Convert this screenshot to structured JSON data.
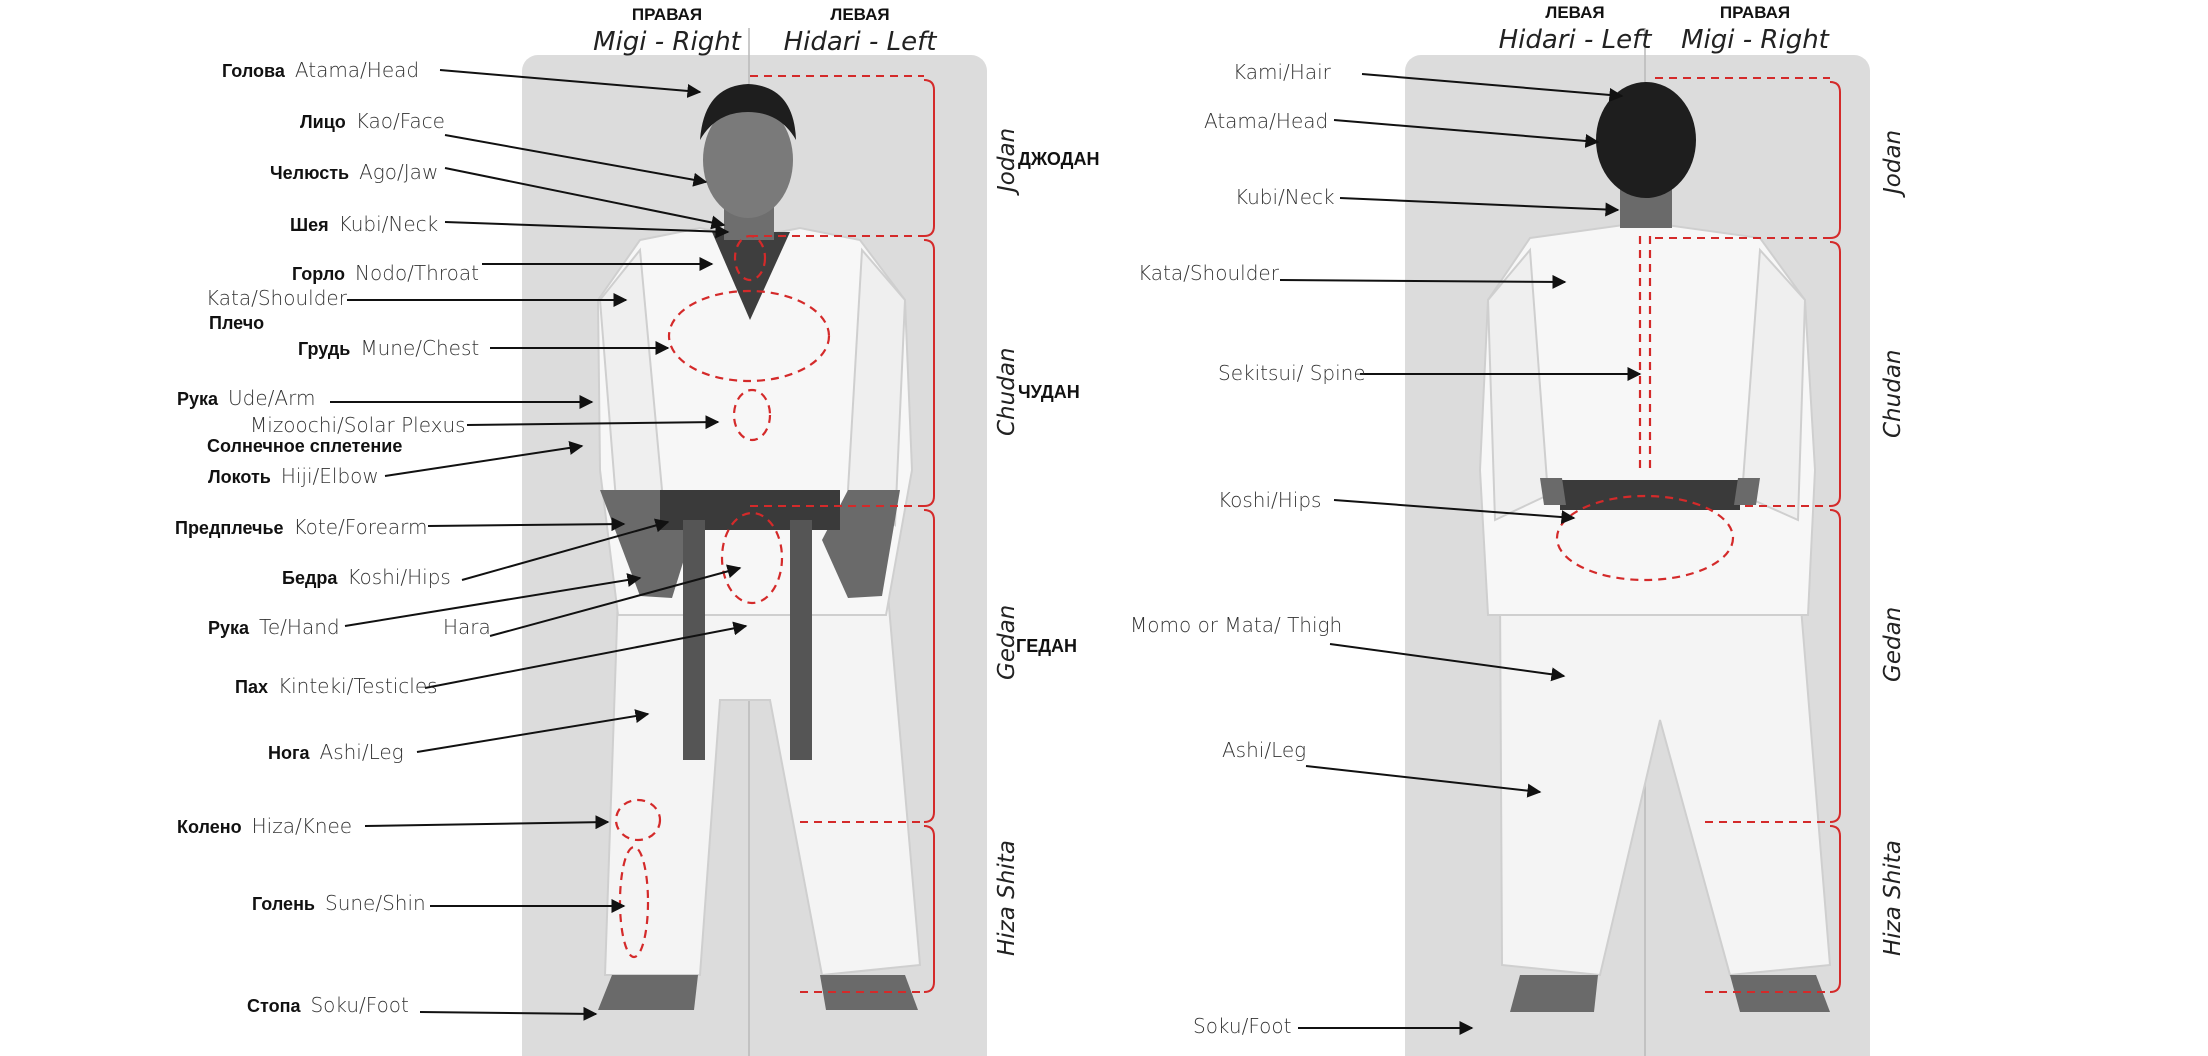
{
  "colors": {
    "panel": "#dcdcdc",
    "figure": "#f4f4f4",
    "belt": "#3a3a3a",
    "hair": "#1e1e1e",
    "skin": "#6a6a6a",
    "red": "#d42a2a",
    "arrow": "#111111"
  },
  "front": {
    "side_left": {
      "ru": "ПРАВАЯ",
      "jp": "Migi - Right"
    },
    "side_right": {
      "ru": "ЛЕВАЯ",
      "jp": "Hidari - Left"
    },
    "labels": [
      {
        "ru": "Голова",
        "en": "Atama/Head"
      },
      {
        "ru": "Лицо",
        "en": "Kao/Face"
      },
      {
        "ru": "Челюсть",
        "en": "Ago/Jaw"
      },
      {
        "ru": "Шея",
        "en": "Kubi/Neck"
      },
      {
        "ru": "Горло",
        "en": "Nodo/Throat"
      },
      {
        "ru": "",
        "en": "Kata/Shoulder"
      },
      {
        "ru": "Грудь",
        "en": "Mune/Chest"
      },
      {
        "ru": "Рука",
        "en": "Ude/Arm"
      },
      {
        "ru": "",
        "en": "Mizoochi/Solar Plexus"
      },
      {
        "ru": "Локоть",
        "en": "Hiji/Elbow"
      },
      {
        "ru": "Предплечье",
        "en": "Kote/Forearm"
      },
      {
        "ru": "Бедра",
        "en": "Koshi/Hips"
      },
      {
        "ru": "Рука",
        "en": "Te/Hand"
      },
      {
        "ru": "",
        "en": "Hara"
      },
      {
        "ru": "Пах",
        "en": "Kinteki/Testicles"
      },
      {
        "ru": "Нога",
        "en": "Ashi/Leg"
      },
      {
        "ru": "Колено",
        "en": "Hiza/Knee"
      },
      {
        "ru": "Голень",
        "en": "Sune/Shin"
      },
      {
        "ru": "Стопа",
        "en": "Soku/Foot"
      }
    ],
    "ru_shoulder": "Плечо",
    "ru_solar": "Солнечное сплетение",
    "zones": [
      {
        "jp": "Jodan",
        "ru": "ДЖОДАН"
      },
      {
        "jp": "Chudan",
        "ru": "ЧУДАН"
      },
      {
        "jp": "Gedan",
        "ru": "ГЕДАН"
      },
      {
        "jp": "Hiza Shita",
        "ru": ""
      }
    ]
  },
  "back": {
    "side_left": {
      "ru": "ЛЕВАЯ",
      "jp": "Hidari - Left"
    },
    "side_right": {
      "ru": "ПРАВАЯ",
      "jp": "Migi - Right"
    },
    "labels": [
      {
        "en": "Kami/Hair"
      },
      {
        "en": "Atama/Head"
      },
      {
        "en": "Kubi/Neck"
      },
      {
        "en": "Kata/Shoulder"
      },
      {
        "en": "Sekitsui/ Spine"
      },
      {
        "en": "Koshi/Hips"
      },
      {
        "en": "Momo or Mata/ Thigh"
      },
      {
        "en": "Ashi/Leg"
      },
      {
        "en": "Soku/Foot"
      }
    ],
    "zones": [
      {
        "jp": "Jodan"
      },
      {
        "jp": "Chudan"
      },
      {
        "jp": "Gedan"
      },
      {
        "jp": "Hiza Shita"
      }
    ]
  }
}
